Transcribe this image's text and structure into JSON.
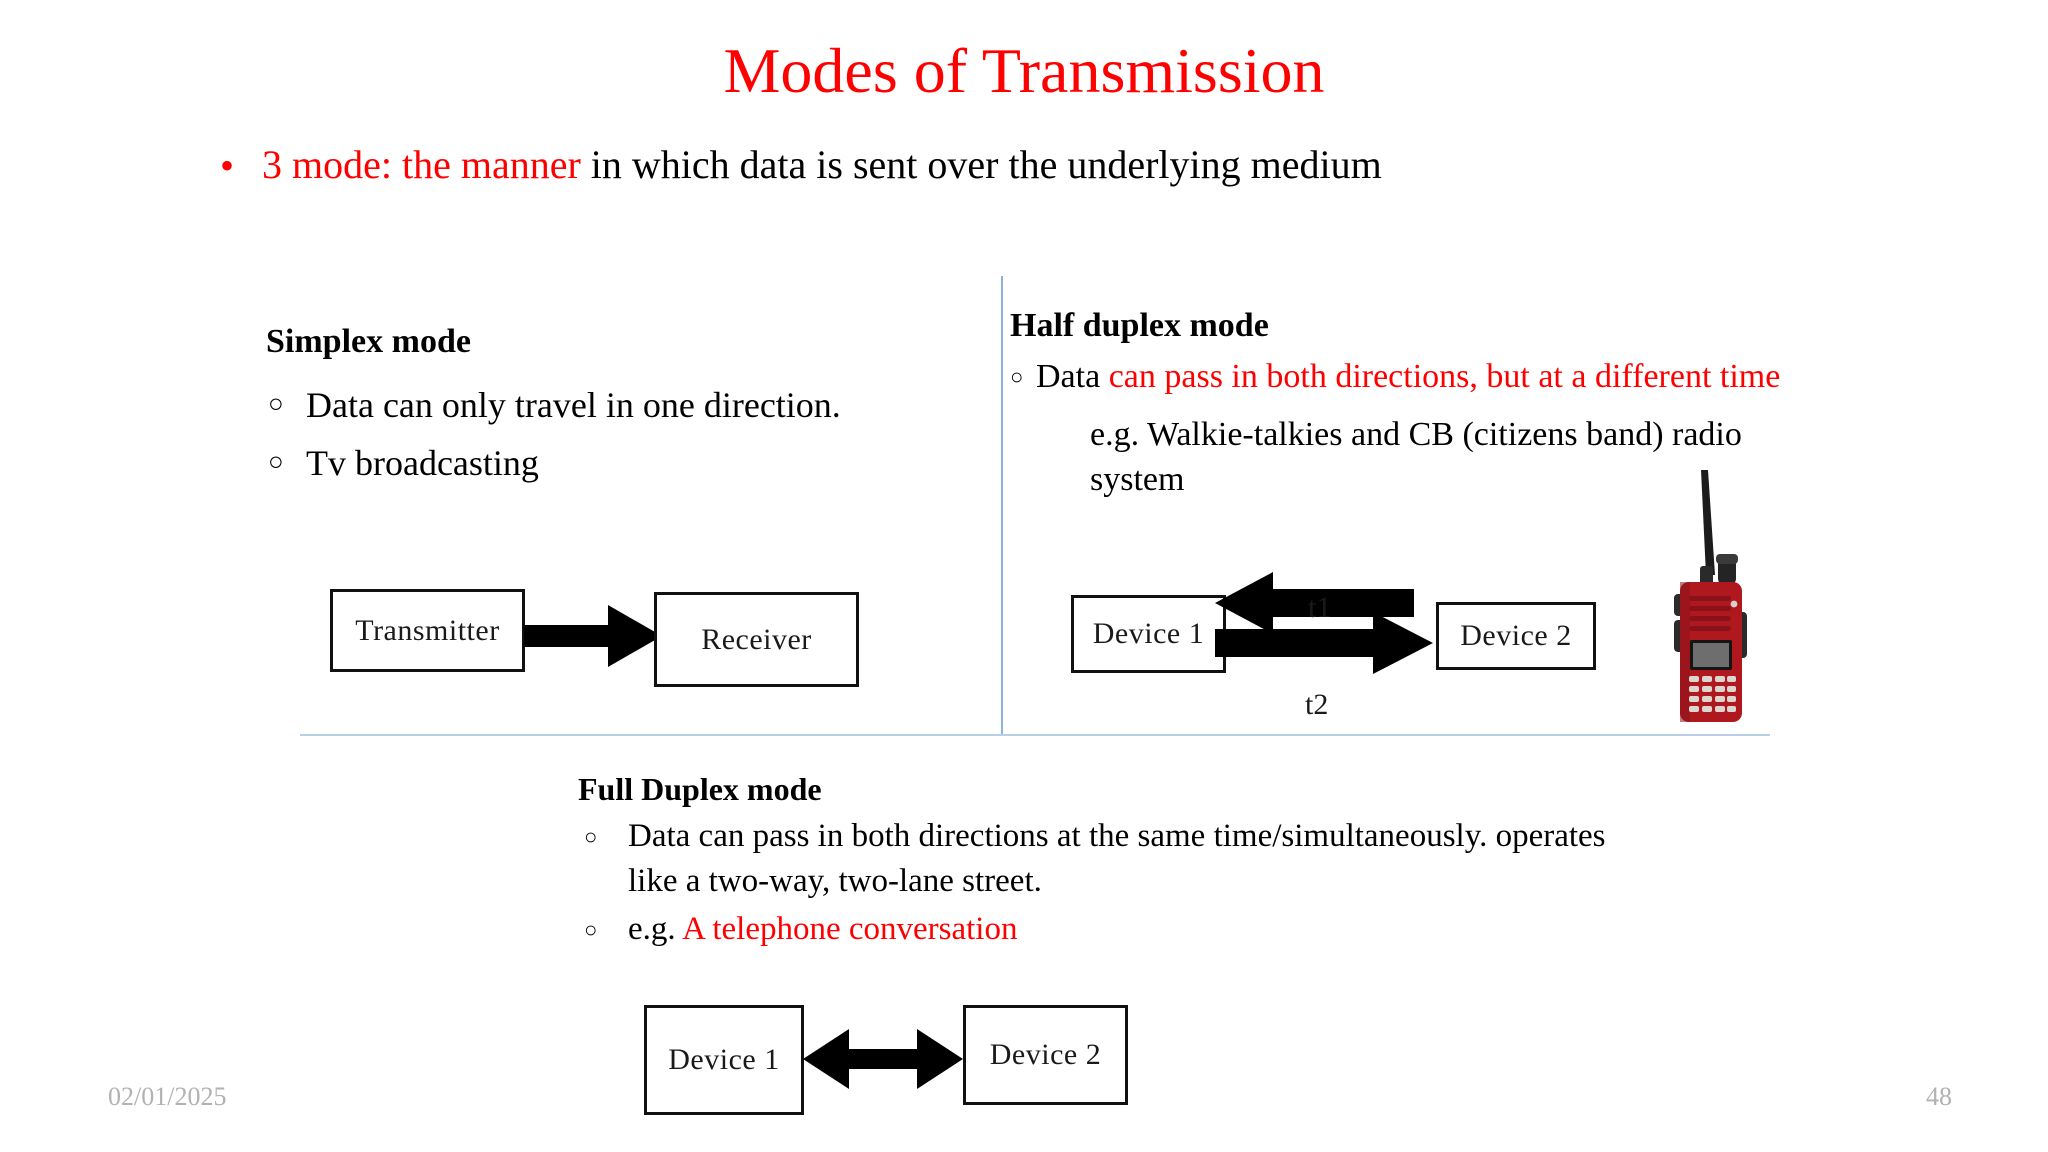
{
  "slide": {
    "title": "Modes of Transmission",
    "title_color": "#ff0000",
    "lead_bullet": {
      "bullet_glyph": "•",
      "red_part": "3 mode: the manner",
      "black_part": " in which data is sent over the underlying medium"
    }
  },
  "simplex": {
    "heading": "Simplex mode",
    "bullet_glyph": "○",
    "items": [
      "Data can only travel in one direction.",
      "Tv broadcasting"
    ],
    "diagram": {
      "from_label": "Transmitter",
      "to_label": "Receiver",
      "arrow": "single-right"
    }
  },
  "half_duplex": {
    "heading": "Half duplex mode",
    "bullet_glyph": "○",
    "line_black": "Data",
    "line_red": " can pass in both directions, but at a different time",
    "example": "e.g. Walkie-talkies and CB (citizens band) radio system",
    "diagram": {
      "left_label": "Device 1",
      "right_label": "Device 2",
      "time_label_top": "t1",
      "time_label_bottom": "t2"
    },
    "image_caption": "walkie-talkie",
    "walkie_color": "#b0181f"
  },
  "full_duplex": {
    "heading": "Full Duplex mode",
    "bullet_glyph": "○",
    "items": [
      {
        "black": "Data can pass in both directions at the same time/simultaneously. operates like a two-way, two-lane street.",
        "red": ""
      },
      {
        "black": "e.g. ",
        "red": "A telephone conversation"
      }
    ],
    "diagram": {
      "left_label": "Device 1",
      "right_label": "Device 2",
      "arrow": "double-headed"
    }
  },
  "footer": {
    "date": "02/01/2025",
    "page_number": "48"
  },
  "colors": {
    "accent_red": "#ff0000",
    "divider_blue": "#8db3dd",
    "footer_gray": "#b2b2b2"
  }
}
